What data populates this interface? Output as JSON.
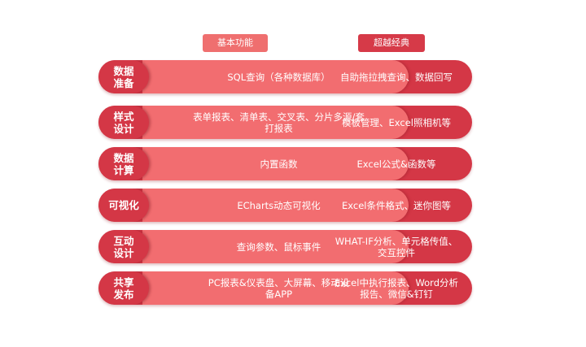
{
  "headers": {
    "basic": "基本功能",
    "super": "超越经典"
  },
  "rows": [
    {
      "label": "数据准备",
      "basic": "SQL查询（各种数据库）",
      "super": "自助拖拉拽查询、数据回写"
    },
    {
      "label": "样式设计",
      "basic": "表单报表、清单表、交叉表、分片多源/套打报表",
      "super": "模板管理、Excel照相机等"
    },
    {
      "label": "数据计算",
      "basic": "内置函数",
      "super": "Excel公式&函数等"
    },
    {
      "label": "可视化",
      "basic": "ECharts动态可视化",
      "super": "Excel条件格式、迷你图等"
    },
    {
      "label": "互动设计",
      "basic": "查询参数、鼠标事件",
      "super": "WHAT-IF分析、单元格传值、交互控件"
    },
    {
      "label": "共享发布",
      "basic": "PC报表&仪表盘、大屏幕、移动设备APP",
      "super": "Excel中执行报表、Word分析报告、微信&钉钉"
    }
  ],
  "colors": {
    "basic_segment": "#f26d70",
    "super_segment": "#d43746",
    "label_segment": "#d43746",
    "header_basic": "#ef6f6f",
    "header_super": "#d63a48"
  }
}
